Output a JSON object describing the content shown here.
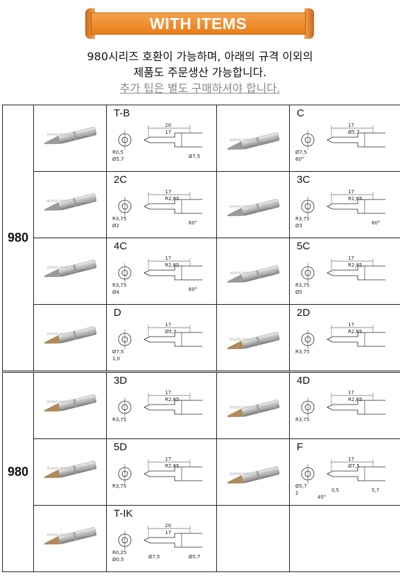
{
  "banner": {
    "title": "WITH ITEMS"
  },
  "intro": {
    "line1": "980시리즈 호환이 가능하며, 아래의 규격 이외의",
    "line2": "제품도 주문생산 가능합니다.",
    "line3": "추가 팁은 별도 구매하셔야 합니다."
  },
  "watermark": "www.exsolmall.com",
  "tables": [
    {
      "series": "980",
      "tips": [
        {
          "name": "T-B",
          "dims": [
            "20",
            "17",
            "R0,5",
            "Ø5,7",
            "Ø7,5"
          ]
        },
        {
          "name": "C",
          "dims": [
            "17",
            "Ø5,7",
            "Ø7,5",
            "60°"
          ]
        },
        {
          "name": "2C",
          "dims": [
            "17",
            "R2,85",
            "R3,75",
            "Ø2",
            "60°"
          ]
        },
        {
          "name": "3C",
          "dims": [
            "17",
            "R2,85",
            "R3,75",
            "Ø3",
            "60°"
          ]
        },
        {
          "name": "4C",
          "dims": [
            "17",
            "R2,85",
            "R3,75",
            "Ø4",
            "60°"
          ]
        },
        {
          "name": "5C",
          "dims": [
            "17",
            "R2,85",
            "R3,75",
            "Ø5"
          ]
        },
        {
          "name": "D",
          "dims": [
            "17",
            "Ø5,7",
            "Ø7,5",
            "1,0"
          ]
        },
        {
          "name": "2D",
          "dims": [
            "17",
            "R2,85",
            "R3,75"
          ]
        }
      ]
    },
    {
      "series": "980",
      "tips": [
        {
          "name": "3D",
          "dims": [
            "17",
            "R2,85",
            "R3,75"
          ]
        },
        {
          "name": "4D",
          "dims": [
            "17",
            "R2,85",
            "R3,75"
          ]
        },
        {
          "name": "5D",
          "dims": [
            "17",
            "R2,85",
            "R3,75"
          ]
        },
        {
          "name": "F",
          "dims": [
            "17",
            "Ø7,5",
            "Ø5,7",
            "2",
            "5,7",
            "0,5",
            "45°"
          ]
        },
        {
          "name": "T-IK",
          "dims": [
            "20",
            "17",
            "R0,25",
            "Ø0,5",
            "Ø5,7",
            "Ø7,5"
          ]
        }
      ]
    }
  ]
}
